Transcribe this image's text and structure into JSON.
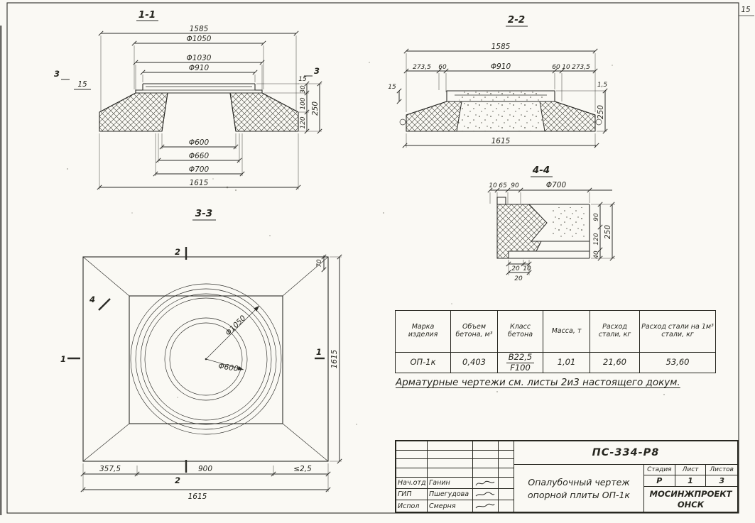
{
  "sheet": {
    "corner_number": "15"
  },
  "s11": {
    "title": "1-1",
    "top": {
      "w1585": "1585",
      "d1050": "Φ1050",
      "d1030": "Φ1030",
      "d910": "Φ910"
    },
    "left": {
      "mark3": "3",
      "t15": "15"
    },
    "right": {
      "mark3": "3",
      "t15": "15",
      "h30": "30",
      "h100": "100",
      "h120": "120",
      "h250": "250"
    },
    "bottom": {
      "d600": "Φ600",
      "d660": "Φ660",
      "d700": "Φ700",
      "w1615": "1615"
    }
  },
  "s22": {
    "title": "2-2",
    "top": {
      "w1585": "1585",
      "l2735": "273,5",
      "l60": "60",
      "d910": "Φ910",
      "r60": "60",
      "r10": "10",
      "r2735": "273,5"
    },
    "left": {
      "t15": "15"
    },
    "right": {
      "t15": "1,5",
      "h250": "250"
    },
    "bottom": {
      "w1615": "1615"
    }
  },
  "s44": {
    "title": "4-4",
    "top": {
      "a10": "10",
      "a65": "65",
      "a90": "90",
      "d700": "Φ700"
    },
    "right": {
      "h90": "90",
      "h120": "120",
      "h40": "40",
      "h250": "250"
    },
    "bottom": {
      "b20a": "20",
      "b10": "10",
      "b20b": "20"
    }
  },
  "s33": {
    "title": "3-3",
    "marks": {
      "m2top": "2",
      "m2bot": "2",
      "m1left": "1",
      "m1right": "1",
      "m4": "4"
    },
    "dims": {
      "t70": "70",
      "d1050": "Φ1050",
      "d600": "Φ600",
      "r1615": "1615",
      "b3575": "357,5",
      "b900": "900",
      "b25": "≤2,5",
      "b1615": "1615"
    }
  },
  "spec_table": {
    "headers": [
      "Марка изделия",
      "Объем бетона, м³",
      "Класс бетона",
      "Масса, т",
      "Расход стали, кг",
      "Расход стали на 1м³ стали, кг"
    ],
    "row": {
      "mark": "ОП-1к",
      "volume": "0,403",
      "class1": "В22,5",
      "class2": "F100",
      "mass": "1,01",
      "steel": "21,60",
      "steel_per_m3": "53,60"
    }
  },
  "note": "Арматурные чертежи см. листы 2и3 настоящего докум.",
  "title_block": {
    "doc_number": "ПС-334-Р8",
    "staff": [
      {
        "role": "Нач.отд",
        "name": "Ганин"
      },
      {
        "role": "ГИП",
        "name": "Пшегудова"
      },
      {
        "role": "Испол",
        "name": "Смерня"
      }
    ],
    "title_line1": "Опалубочный чертеж",
    "title_line2": "опорной плиты ОП-1к",
    "stage_label": "Стадия",
    "sheet_label": "Лист",
    "sheets_label": "Листов",
    "stage_value": "Р",
    "sheet_value": "1",
    "sheets_value": "3",
    "org_line1": "МОСИНЖПРОЕКТ",
    "org_line2": "ОНСК"
  }
}
